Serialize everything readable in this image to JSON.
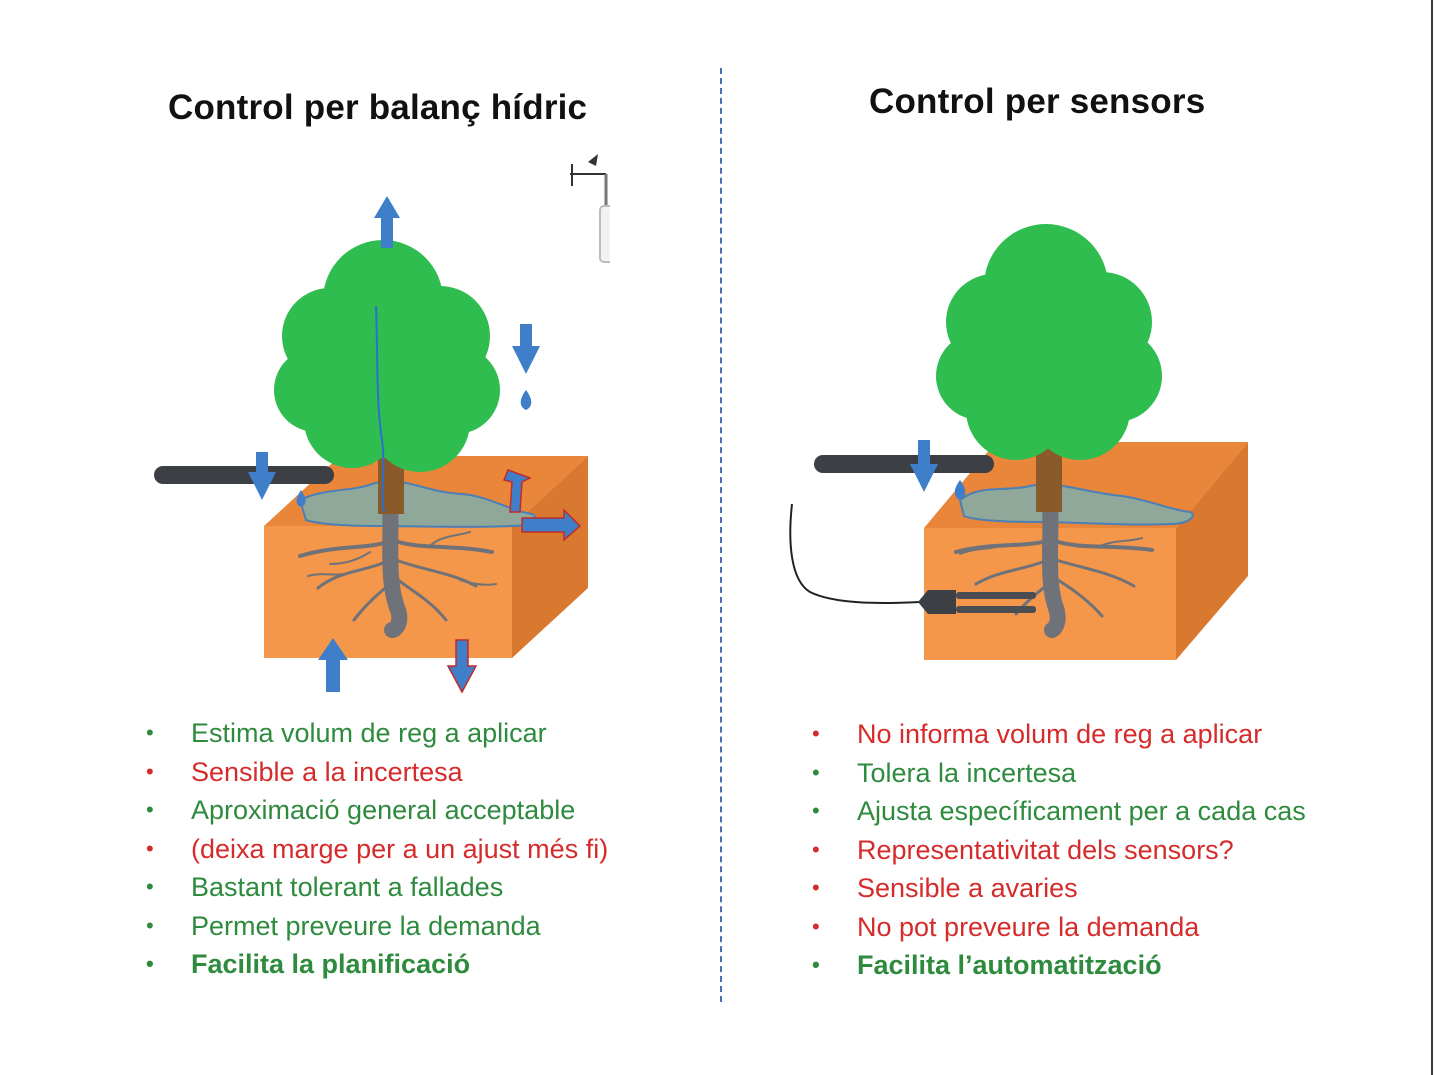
{
  "colors": {
    "positive": "#2e8b3e",
    "negative": "#d52b2b",
    "divider": "#4a6fb5",
    "tree_canopy": "#2ebd4e",
    "soil_front": "#f4974a",
    "soil_top": "#e9863a",
    "soil_side": "#d9782f",
    "arrow": "#3f7fc9",
    "water_patch": "#8fa89a",
    "pipe": "#3c3f44",
    "root": "#6f7278"
  },
  "left_panel": {
    "title": "Control per balanç hídric",
    "icons": [
      "weather-station-icon",
      "up-arrow-icon",
      "rain-arrow-icon",
      "drip-arrow-icon",
      "runoff-arrow-icon",
      "capillary-arrow-icon",
      "drainage-arrow-icon"
    ],
    "items": [
      {
        "text": "Estima volum de reg a aplicar",
        "tone": "positive",
        "bold": false
      },
      {
        "text": "Sensible a la incertesa",
        "tone": "negative",
        "bold": false
      },
      {
        "text": "Aproximació general acceptable",
        "tone": "positive",
        "bold": false
      },
      {
        "text": "(deixa marge per a un ajust més fi)",
        "tone": "negative",
        "bold": false
      },
      {
        "text": "Bastant tolerant a fallades",
        "tone": "positive",
        "bold": false
      },
      {
        "text": "Permet preveure la demanda",
        "tone": "positive",
        "bold": false
      },
      {
        "text": "Facilita la planificació",
        "tone": "positive",
        "bold": true
      }
    ]
  },
  "right_panel": {
    "title": "Control per sensors",
    "icons": [
      "soil-moisture-sensor-icon",
      "drip-arrow-icon"
    ],
    "items": [
      {
        "text": "No informa volum de reg a aplicar",
        "tone": "negative",
        "bold": false
      },
      {
        "text": "Tolera la incertesa",
        "tone": "positive",
        "bold": false
      },
      {
        "text": "Ajusta específicament per a cada cas",
        "tone": "positive",
        "bold": false
      },
      {
        "text": "Representativitat dels sensors?",
        "tone": "negative",
        "bold": false
      },
      {
        "text": "Sensible a avaries",
        "tone": "negative",
        "bold": false
      },
      {
        "text": "No pot preveure la demanda",
        "tone": "negative",
        "bold": false
      },
      {
        "text": "Facilita l’automatització",
        "tone": "positive",
        "bold": true
      }
    ]
  }
}
